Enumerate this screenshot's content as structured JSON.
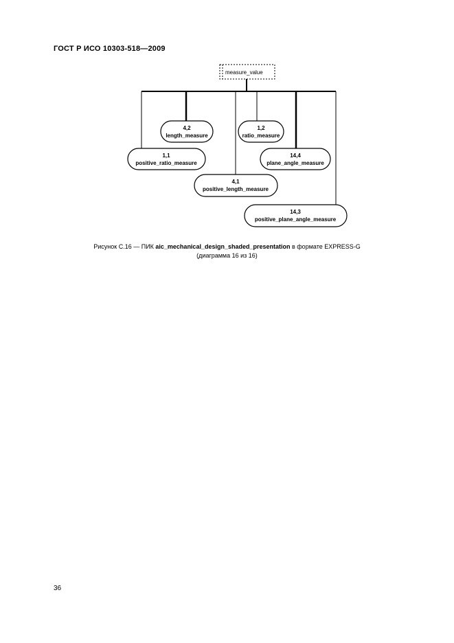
{
  "header": {
    "title": "ГОСТ Р ИСО 10303-518—2009"
  },
  "diagram": {
    "root_label": "measure_value",
    "nodes": [
      {
        "ref": "4,2",
        "name": "length_measure"
      },
      {
        "ref": "1,2",
        "name": "ratio_measure"
      },
      {
        "ref": "1,1",
        "name": "positive_ratio_measure"
      },
      {
        "ref": "14,4",
        "name": "plane_angle_measure"
      },
      {
        "ref": "4,1",
        "name": "positive_length_measure"
      },
      {
        "ref": "14,3",
        "name": "positive_plane_angle_measure"
      }
    ]
  },
  "caption": {
    "prefix": "Рисунок  С.16 — ПИК ",
    "bold": "aic_mechanical_design_shaded_presentation",
    "suffix": " в формате EXPRESS-G",
    "line2": "(диаграмма 16 из 16)"
  },
  "footer": {
    "page_number": "36"
  }
}
